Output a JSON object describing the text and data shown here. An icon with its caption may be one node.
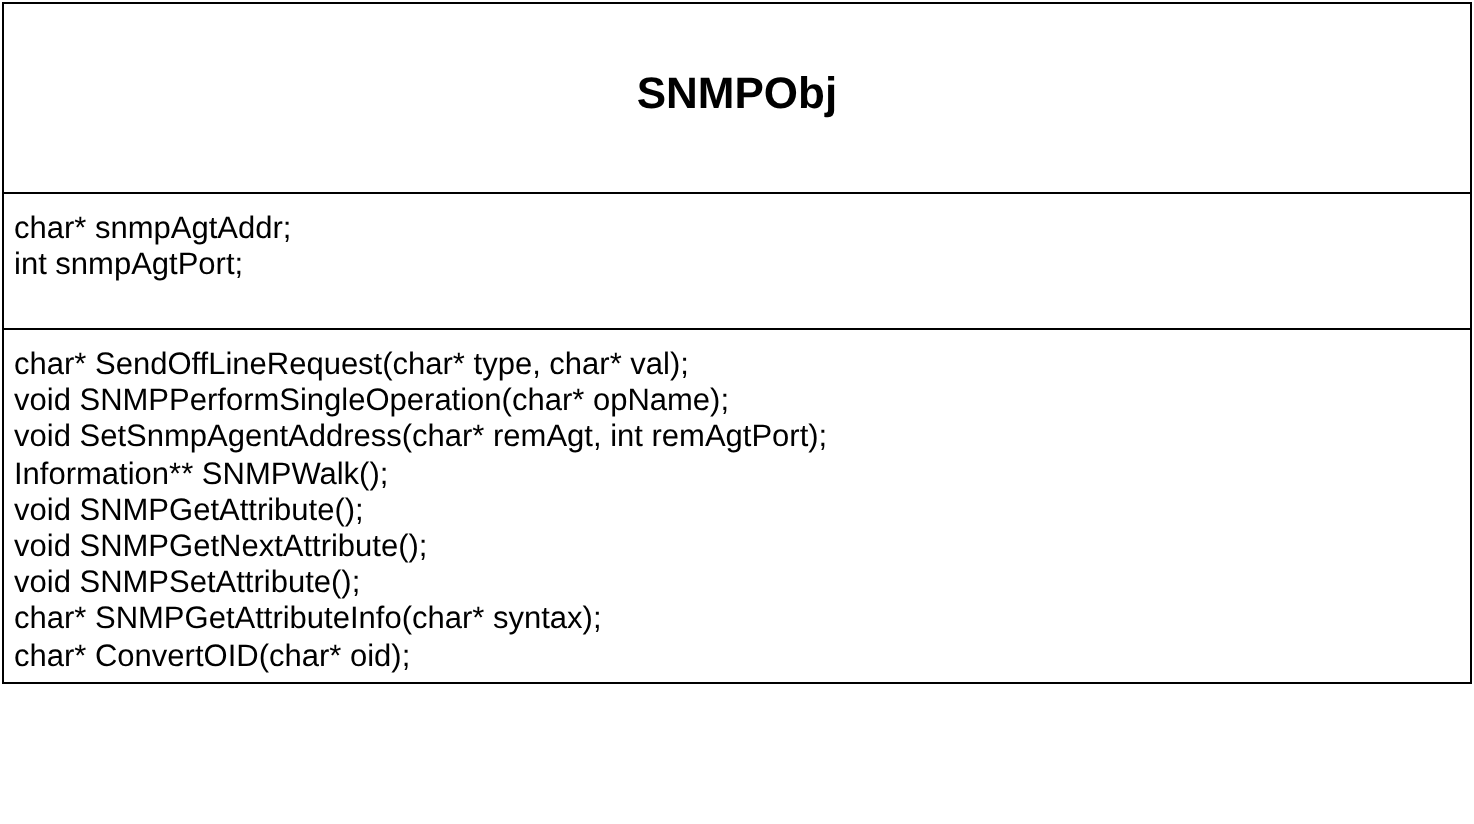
{
  "diagram": {
    "nodes": [
      {
        "text": [
          "SNMPObj"
        ]
      },
      {
        "text": [
          "char* snmpAgtAddr;",
          "int snmpAgtPort;"
        ],
        "in": 0
      },
      {
        "text": [
          "char* SendOffLineRequest(char* type, char* val);",
          "void SNMPPerformSingleOperation(char* opName);",
          "void SetSnmpAgentAddress(char* remAgt, int remAgtPort);",
          "Information** SNMPWalk();",
          "void SNMPGetAttribute();",
          "void SNMPGetNextAttribute();",
          "void SNMPSetAttribute();",
          "char* SNMPGetAttributeInfo(char* syntax);",
          "char* ConvertOID(char* oid);"
        ],
        "in": 0
      }
    ]
  }
}
